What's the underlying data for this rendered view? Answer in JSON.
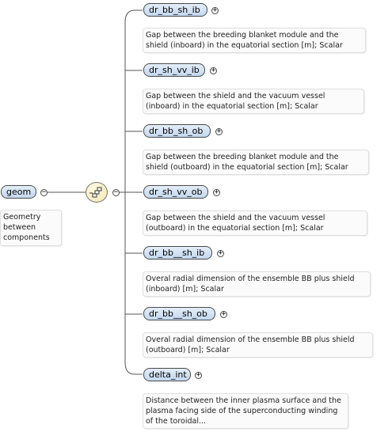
{
  "root": {
    "name": "geom",
    "doc": [
      "Geometry",
      "between",
      "components"
    ]
  },
  "sequence_icon": "sequence-compositor-icon",
  "children": [
    {
      "name": "dr_bb_sh_ib",
      "doc": [
        "Gap between the breeding blanket module and the",
        "shield (inboard) in the equatorial section [m]; Scalar"
      ]
    },
    {
      "name": "dr_sh_vv_ib",
      "doc": [
        "Gap between the shield and the vacuum vessel",
        "(inboard) in the equatorial section [m]; Scalar"
      ]
    },
    {
      "name": "dr_bb_sh_ob",
      "doc": [
        "Gap between the breeding blanket module and the",
        "shield (outboard) in the equatorial section [m]; Scalar"
      ]
    },
    {
      "name": "dr_sh_vv_ob",
      "doc": [
        "Gap between the shield and the vacuum vessel",
        "(outboard) in the equatorial section [m]; Scalar"
      ]
    },
    {
      "name": "dr_bb__sh_ib",
      "doc": [
        "Overal radial dimension of the ensemble BB plus shield",
        "(inboard) [m]; Scalar"
      ]
    },
    {
      "name": "dr_bb__sh_ob",
      "doc": [
        "Overal radial dimension of the ensemble BB plus shield",
        "(outboard) [m]; Scalar"
      ]
    },
    {
      "name": "delta_int",
      "doc": [
        "Distance between the inner plasma surface and the",
        "plasma facing side of the superconducting winding",
        "of the toroidal..."
      ]
    }
  ]
}
